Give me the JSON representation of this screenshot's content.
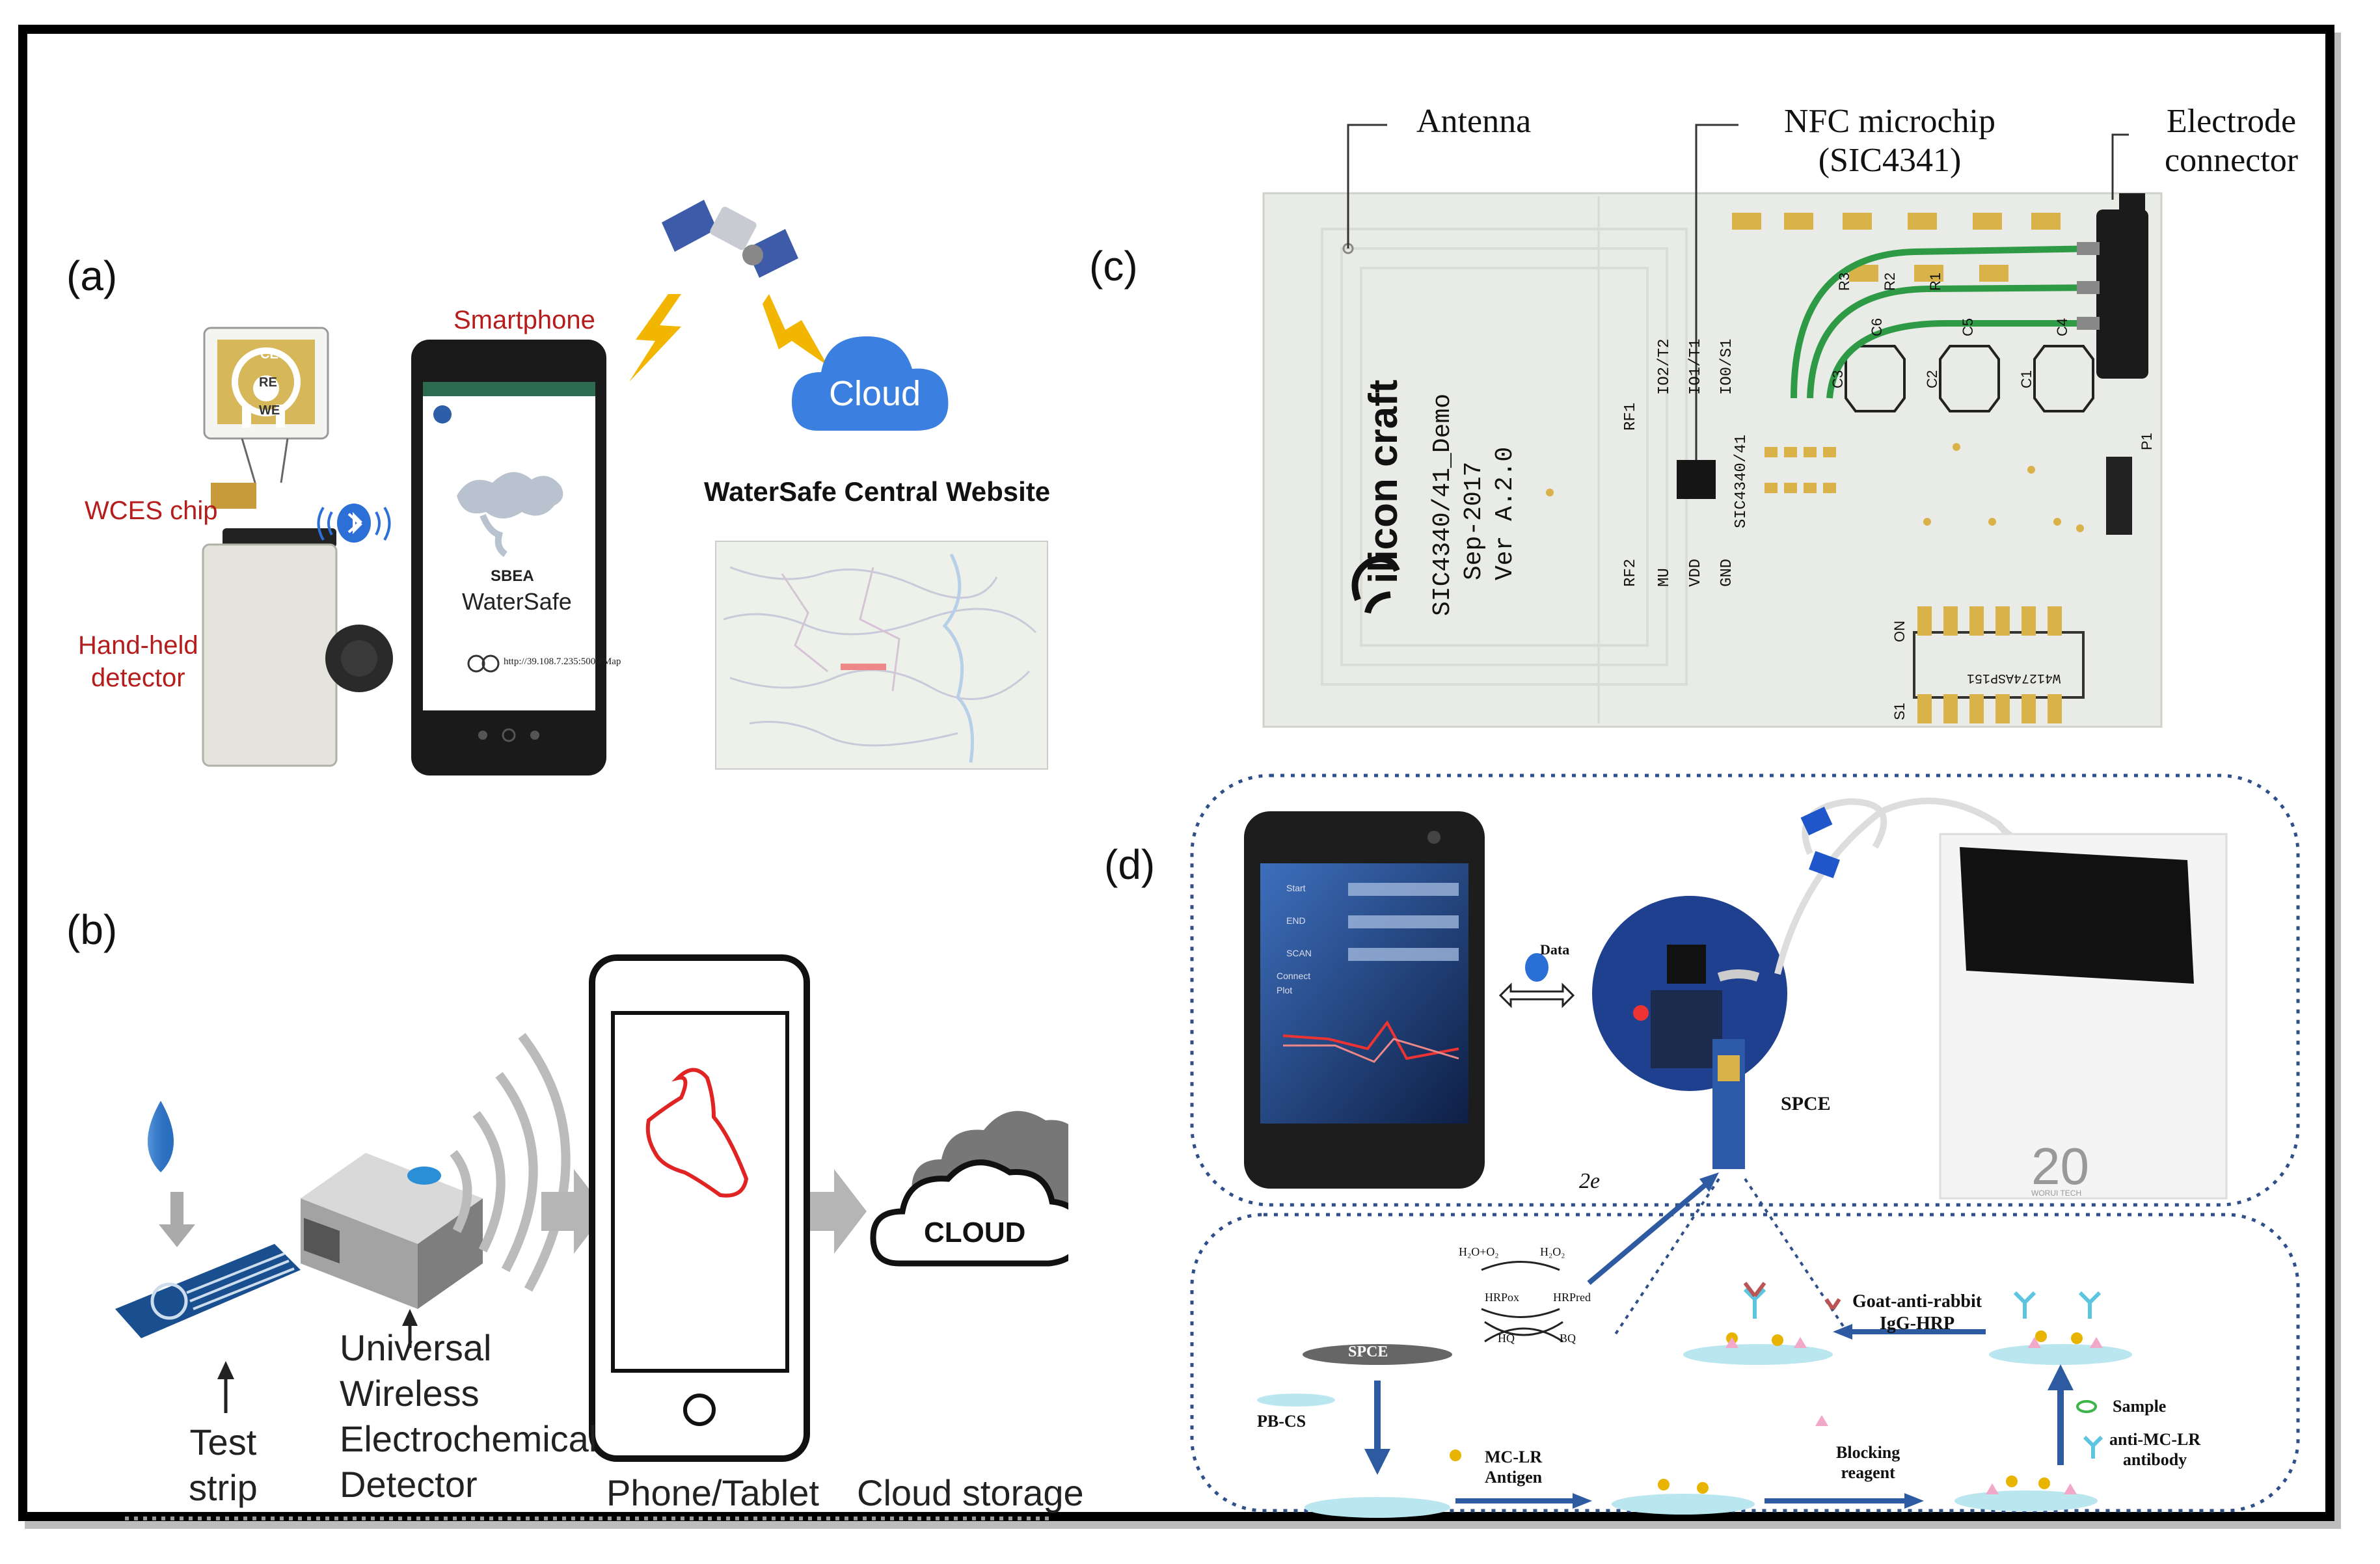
{
  "panels": {
    "a": {
      "label": "(a)",
      "smartphone": "Smartphone",
      "wces_chip": "WCES chip",
      "handheld_line1": "Hand-held",
      "handheld_line2": "detector",
      "cloud": "Cloud",
      "electrodes": [
        "CE",
        "RE",
        "WE"
      ],
      "brand_small": "SBEA",
      "app_name": "WaterSafe",
      "url": "http://39.108.7.235:5000/Map",
      "website_title": "WaterSafe Central Website"
    },
    "b": {
      "label": "(b)",
      "test_line1": "Test",
      "test_line2": "strip",
      "universal_line1": "Universal",
      "universal_line2": "Wireless",
      "universal_line3": "Electrochemical",
      "universal_line4": "Detector",
      "phone_tablet": "Phone/Tablet",
      "cloud_word": "CLOUD",
      "cloud_storage": "Cloud storage"
    },
    "c": {
      "label": "(c)",
      "antenna": "Antenna",
      "nfc_line1": "NFC microchip",
      "nfc_line2": "(SIC4341)",
      "electrode_line1": "Electrode",
      "electrode_line2": "connector",
      "brand": "ilicon craft",
      "board_line1": "SIC4340/41_Demo",
      "board_line2": "Sep-2017",
      "board_line3": "Ver A.2.0",
      "chip_text": "SIC4340/41",
      "ic_text": "W41274ASP151",
      "pin_labels": [
        "IO2/T2",
        "IO1/T1",
        "IO0/S1",
        "RF1",
        "RF2",
        "MU",
        "VDD",
        "GND"
      ],
      "comp_labels": [
        "R3",
        "R2",
        "R1",
        "C6",
        "C5",
        "C4",
        "C3",
        "C2",
        "C1",
        "P1",
        "ON",
        "S1"
      ]
    },
    "d": {
      "label": "(d)",
      "data": "Data",
      "spce": "SPCE",
      "electron": "2e",
      "powerbank": "20",
      "powerbank_sub": "WORUI TECH",
      "app_rows": [
        "Start",
        "END",
        "SCAN",
        "Connect",
        "Plot"
      ],
      "reaction_1": "H₂O+O₂",
      "reaction_2": "H₂O₂",
      "hrp_ox": "HRPox",
      "hrp_red": "HRPred",
      "hq": "HQ",
      "bq": "BQ",
      "goat_line1": "Goat-anti-rabbit",
      "goat_line2": "IgG-HRP",
      "spce_disk": "SPCE",
      "pbcs": "PB-CS",
      "mclr_line1": "MC-LR",
      "mclr_line2": "Antigen",
      "blocking_line1": "Blocking",
      "blocking_line2": "reagent",
      "sample": "Sample",
      "anti_line1": "anti-MC-LR",
      "anti_line2": "antibody"
    }
  },
  "colors": {
    "red_label": "#b51c1c",
    "board_bg": "#e9ebe6",
    "trace_green": "#2f9a45",
    "pad_gold": "#d9b24a",
    "arrow_blue": "#2d5aa0",
    "dashed_blue": "#2e4f8a",
    "cv_red": "#e02424",
    "cloud_blue": "#3b7fe0",
    "bolt_yellow": "#f2b600"
  }
}
